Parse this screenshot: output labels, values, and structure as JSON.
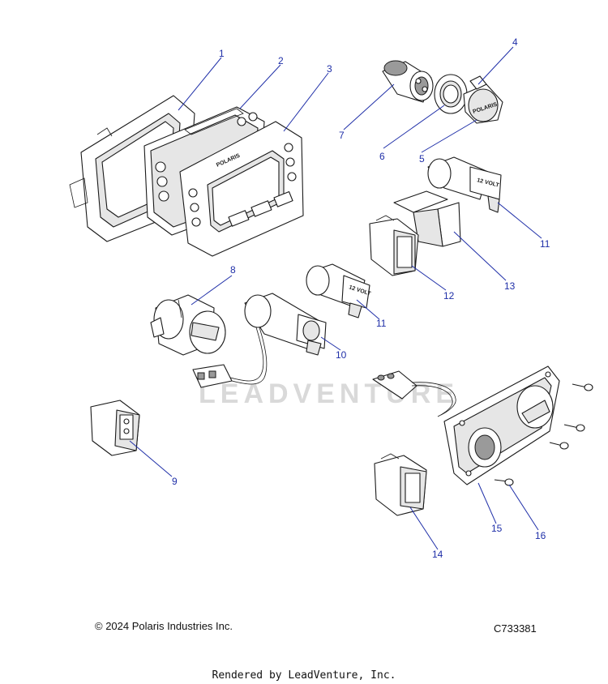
{
  "watermark": "LEADVENTURE",
  "copyright": "© 2024 Polaris Industries Inc.",
  "diagram_code": "C733381",
  "rendered_by": "Rendered by LeadVenture, Inc.",
  "brand_marks": {
    "bezel": "POLARIS",
    "usb_cover": "POLARIS",
    "socket_cover": "12 VOLT"
  },
  "callouts": [
    "1",
    "2",
    "3",
    "4",
    "5",
    "6",
    "7",
    "8",
    "9",
    "10",
    "11",
    "11",
    "12",
    "13",
    "14",
    "15",
    "16"
  ]
}
